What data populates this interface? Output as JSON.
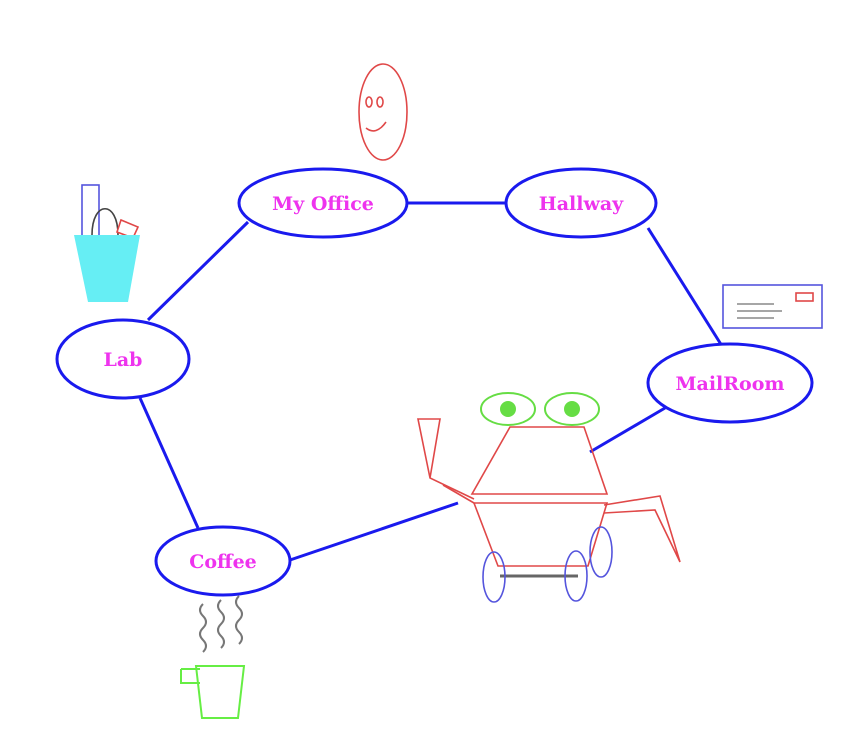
{
  "nodes": {
    "office": {
      "label": "My Office"
    },
    "hallway": {
      "label": "Hallway"
    },
    "lab": {
      "label": "Lab"
    },
    "mailroom": {
      "label": "MailRoom"
    },
    "coffee": {
      "label": "Coffee"
    }
  },
  "edges": [
    {
      "from": "My Office",
      "to": "Hallway"
    },
    {
      "from": "Hallway",
      "to": "MailRoom"
    },
    {
      "from": "MailRoom",
      "to": "robot"
    },
    {
      "from": "My Office",
      "to": "Lab"
    },
    {
      "from": "Lab",
      "to": "Coffee"
    },
    {
      "from": "Coffee",
      "to": "robot"
    }
  ],
  "icons": [
    "face-icon",
    "trash-can-icon",
    "envelope-icon",
    "coffee-cup-icon",
    "steam-icon",
    "robot-icon"
  ],
  "colors": {
    "edge": "#1a1aee",
    "node_border": "#1a1aee",
    "label": "#ee33ee",
    "robot": "#e04848",
    "robot_eyes": "#66dd44",
    "robot_wheels": "#5555dd",
    "trash_can": "#66eef4",
    "cup": "#66ee44",
    "steam": "#777777"
  }
}
